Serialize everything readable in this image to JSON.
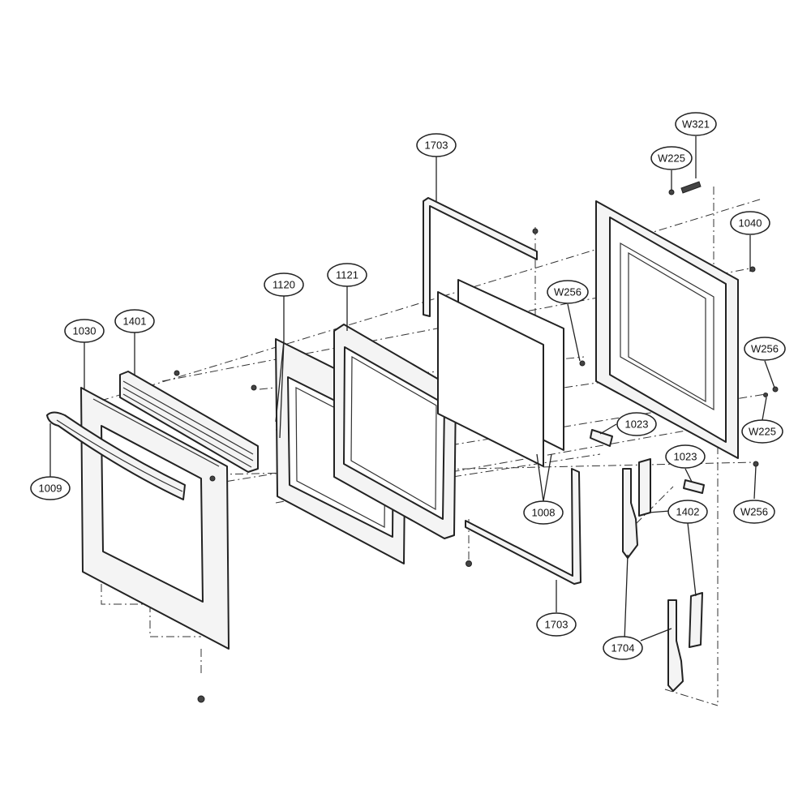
{
  "diagram": {
    "labels": {
      "door_outer_panel": "1030",
      "door_handle": "1009",
      "door_vent_trim": "1401",
      "glass_frame_a": "1120",
      "glass_frame_b": "1121",
      "gasket_top": "1703",
      "gasket_bottom": "1703",
      "door_glass": "1008",
      "inner_door_liner": "1040",
      "screw_top_right": "W321",
      "washer_top_right": "W225",
      "screw_right_upper": "W256",
      "screw_right_mid": "W256",
      "washer_right_mid": "W225",
      "screw_right_lower": "W256",
      "hinge_cover_upper": "1023",
      "hinge_cover_lower": "1023",
      "hinge_receiver": "1402",
      "hinge_assembly": "1704"
    }
  }
}
